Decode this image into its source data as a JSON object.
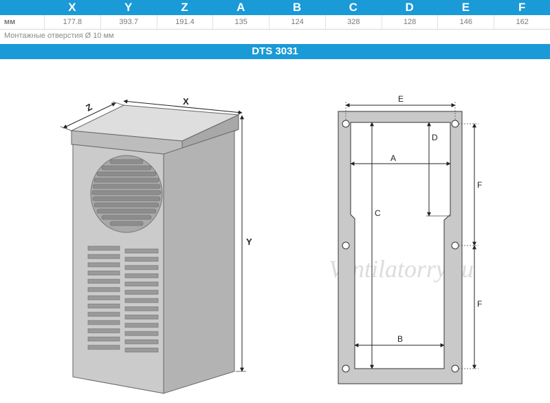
{
  "table": {
    "headers": [
      "",
      "X",
      "Y",
      "Z",
      "A",
      "B",
      "C",
      "D",
      "E",
      "F"
    ],
    "unit_label": "мм",
    "values": [
      "177.8",
      "393.7",
      "191.4",
      "135",
      "124",
      "328",
      "128",
      "146",
      "162"
    ]
  },
  "note": "Монтажные отверстия Ø 10 мм",
  "model": "DTS 3031",
  "cabinet_labels": {
    "x": "X",
    "y": "Y",
    "z": "Z"
  },
  "panel_labels": {
    "a": "A",
    "b": "B",
    "c": "C",
    "d": "D",
    "e": "E",
    "f1": "F",
    "f2": "F"
  },
  "watermark": "Ventilatorry.ru",
  "colors": {
    "accent": "#1a9ad6",
    "cabinet_front": "#c8c8c8",
    "cabinet_top": "#dcdcdc",
    "panel_fill": "#c9c9c9"
  }
}
